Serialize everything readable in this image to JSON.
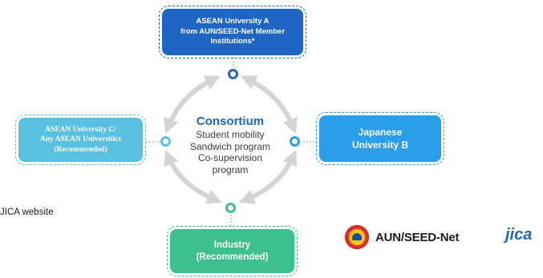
{
  "box_a": {
    "lines": [
      "ASEAN University A",
      "from AUN/SEED-Net Member",
      "Institutions*"
    ]
  },
  "box_b": {
    "lines": [
      "Japanese",
      "University B"
    ]
  },
  "box_c": {
    "lines": [
      "ASEAN University C/",
      "Any ASEAN Universitics",
      "(Recommended)"
    ]
  },
  "box_d": {
    "lines": [
      "Industry",
      "(Recommended)"
    ]
  },
  "center": {
    "title": "Consortium",
    "lines": [
      "Student mobility",
      "Sandwich program",
      "Co-supervision",
      "program"
    ]
  },
  "credit": "JICA website",
  "logos": {
    "aun": "AUN/SEED-Net",
    "jica": "jica"
  },
  "colors": {
    "box_a": "#1f66c4",
    "box_b": "#2a9ee8",
    "box_c": "#58c1e0",
    "box_d": "#3ebf8e",
    "arrows": "#d4d4d4",
    "title": "#1f66c4"
  },
  "icons": [
    "bidirectional-arrow-icon",
    "connector-node-icon",
    "asean-emblem-icon",
    "jica-logo-icon"
  ]
}
